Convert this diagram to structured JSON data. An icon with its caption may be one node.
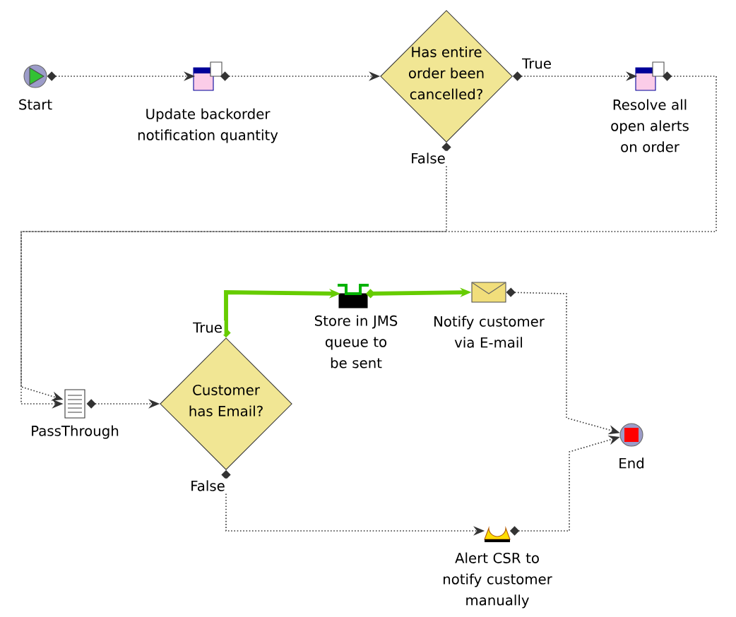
{
  "diagram": {
    "nodes": [
      {
        "text": [
          "Start"
        ]
      },
      {
        "text": [
          "Update backorder notification quantity"
        ]
      },
      {
        "text": [
          "Has entire order been cancelled?"
        ]
      },
      {
        "text": [
          "Resolve all open alerts on order"
        ]
      },
      {
        "text": [
          "PassThrough"
        ]
      },
      {
        "text": [
          "Customer has Email?"
        ]
      },
      {
        "text": [
          "Store in JMS queue to be sent"
        ]
      },
      {
        "text": [
          "Notify customer via E-mail"
        ]
      },
      {
        "text": [
          "End"
        ]
      },
      {
        "text": [
          "Alert CSR to notify customer manually"
        ]
      }
    ],
    "edges": [
      {
        "from": 0,
        "to": 1,
        "arrow": "to",
        "style": "dashed"
      },
      {
        "from": 1,
        "to": 2,
        "arrow": "to",
        "style": "dashed"
      },
      {
        "from": 2,
        "to": 3,
        "arrow": "to",
        "label": "True",
        "style": "dashed"
      },
      {
        "from": 2,
        "to": 4,
        "arrow": "to",
        "label": "False",
        "style": "dashed"
      },
      {
        "from": 3,
        "to": 4,
        "arrow": "to",
        "style": "dashed"
      },
      {
        "from": 4,
        "to": 5,
        "arrow": "to",
        "style": "dashed"
      },
      {
        "from": 5,
        "to": 6,
        "arrow": "to",
        "label": "True",
        "style": "thick",
        "color": "#66cc00"
      },
      {
        "from": 6,
        "to": 7,
        "arrow": "to",
        "style": "thick",
        "color": "#66cc00"
      },
      {
        "from": 7,
        "to": 8,
        "arrow": "to",
        "style": "dashed"
      },
      {
        "from": 5,
        "to": 9,
        "arrow": "to",
        "label": "False",
        "style": "dashed"
      },
      {
        "from": 9,
        "to": 8,
        "arrow": "to",
        "style": "dashed"
      }
    ]
  }
}
